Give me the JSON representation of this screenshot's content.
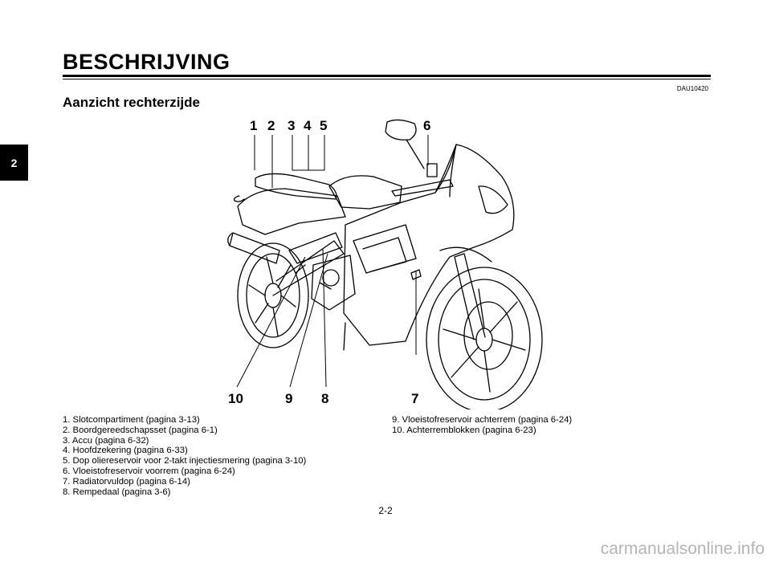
{
  "header": {
    "title": "BESCHRIJVING",
    "doc_code": "DAU10420"
  },
  "section": {
    "heading": "Aanzicht rechterzijde"
  },
  "chapter_tab": "2",
  "illustration": {
    "callouts": [
      "1",
      "2",
      "3",
      "4",
      "5",
      "6",
      "7",
      "8",
      "9",
      "10"
    ]
  },
  "legend": {
    "items": [
      "1. Slotcompartiment (pagina 3-13)",
      "2. Boordgereedschapsset (pagina 6-1)",
      "3. Accu (pagina 6-32)",
      "4. Hoofdzekering (pagina 6-33)",
      "5. Dop oliereservoir voor 2-takt injectiesmering (pagina 3-10)",
      "6. Vloeistofreservoir voorrem (pagina 6-24)",
      "7. Radiatorvuldop (pagina 6-14)",
      "8. Rempedaal (pagina 3-6)",
      "9. Vloeistofreservoir achterrem (pagina 6-24)",
      "10. Achterremblokken (pagina 6-23)"
    ]
  },
  "footer": {
    "page_number": "2-2",
    "watermark": "carmanualsonline.info"
  }
}
